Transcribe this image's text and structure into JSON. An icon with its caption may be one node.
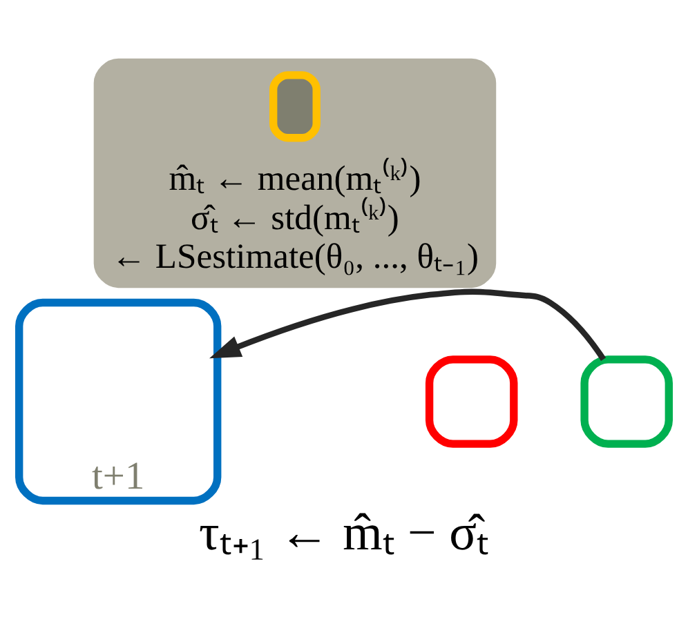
{
  "diagram": {
    "caption": "τₜ₊₁ ← m̂ₜ − σ̂ₜ",
    "nodes": [
      {
        "text": [
          "m̂ₜ ← mean(mₜ⁽ᵏ⁾)",
          "σ̂ₜ ← std(mₜ⁽ᵏ⁾)",
          "← LSestimate(θ₀, ..., θₜ₋₁)"
        ]
      },
      {
        "text": [],
        "shape": "box",
        "in": 0
      },
      {
        "text": [
          "t+1"
        ]
      },
      {
        "text": [],
        "shape": "box"
      },
      {
        "text": [],
        "shape": "box"
      }
    ],
    "edges": [
      {
        "from": 4,
        "to": 2,
        "arrow": "to"
      }
    ]
  }
}
